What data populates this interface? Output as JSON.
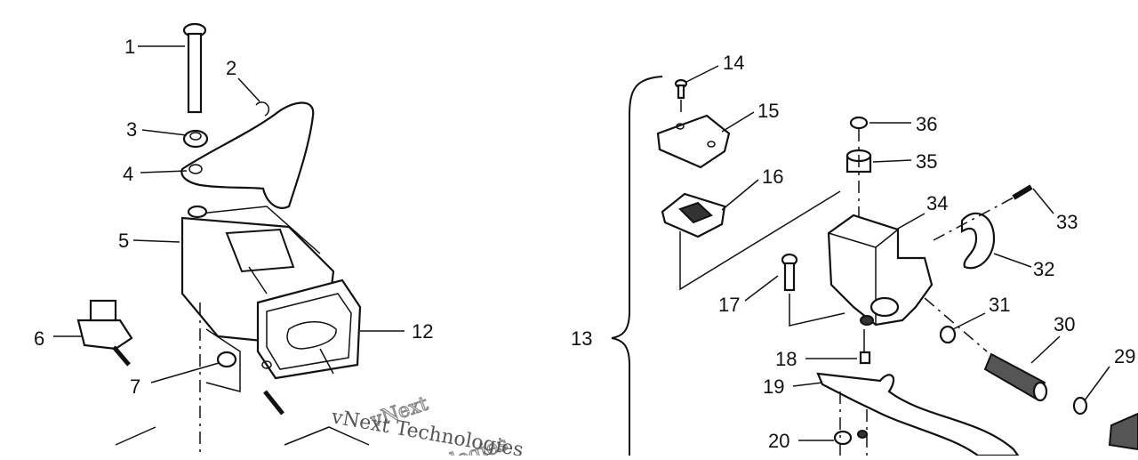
{
  "diagram": {
    "callouts": {
      "c1": "1",
      "c2": "2",
      "c3": "3",
      "c4": "4",
      "c5": "5",
      "c6": "6",
      "c7": "7",
      "c12": "12",
      "c13": "13",
      "c14": "14",
      "c15": "15",
      "c16": "16",
      "c17": "17",
      "c18": "18",
      "c19": "19",
      "c20": "20",
      "c29": "29",
      "c30": "30",
      "c31": "31",
      "c32": "32",
      "c33": "33",
      "c34": "34",
      "c35": "35",
      "c36": "36"
    },
    "watermark": {
      "large": "vNext",
      "large2": "logies",
      "small": "vNext Technologies"
    }
  }
}
